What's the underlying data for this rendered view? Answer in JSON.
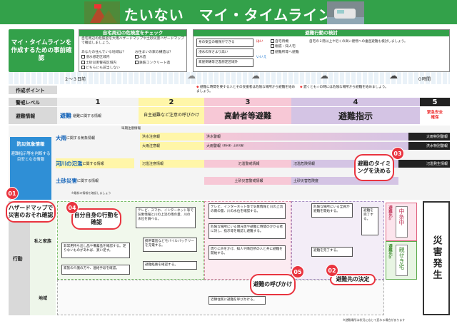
{
  "title": "たいない　マイ・タイムライン",
  "pre_check_label": "マイ・タイムラインを作成するための事前確認",
  "risk_box": {
    "header": "自宅周辺の危険度をチェック",
    "text": "自宅周辺の危険度を大雨ハザードマップや土砂災害ハザードマップで確認しましょう。",
    "q1": "あなたの住んでいる地域は？",
    "opts1": [
      "浸水想定区域内",
      "土砂災害警戒区域内",
      "どちらにも該当しない"
    ],
    "q2": "お住まいの家の構造は？",
    "opts2": [
      "木造",
      "鉄筋コンクリート造"
    ]
  },
  "evac_box": {
    "header": "避難行動の検討",
    "left": [
      "身の安全の確保ができる",
      "浸水の深さより高い",
      "家屋倒壊等氾濫想定区域外"
    ],
    "yes": "はい",
    "no": "いいえ",
    "right": [
      "自宅待機",
      "親戚・知人宅",
      "避難所等へ避難"
    ],
    "note": "自宅の２階以上や近くの高い建物への垂直避難も検討しましょう。"
  },
  "timeline": {
    "left": "２～３日前",
    "right": "０時間"
  },
  "rows": {
    "point": "作成ポイント",
    "alert": "警戒レベル",
    "info": "避難情報",
    "disaster": "防災気象情報",
    "action": "行動",
    "family": "私と家族",
    "community": "地域"
  },
  "points": {
    "p1": "避難に時間を要する人とその支援者は危険な場所から避難を始めましょう。",
    "p2": "遅くとも☆の時には危険な場所から避難を始めましょう。"
  },
  "levels": [
    "1",
    "2",
    "3",
    "4",
    "5"
  ],
  "info_cells": {
    "c1": "避難に関する情報",
    "c2": "自主避難など注意の呼びかけ",
    "c3": "高齢者等避難",
    "c4": "避難指示",
    "c5": "緊急安全確保"
  },
  "disaster_side": {
    "title": "防災気象情報",
    "sub": "避難指示等を判断する目安となる情報"
  },
  "bands": {
    "early": "早期注意情報",
    "rain_lbl": "大雨",
    "rain_sub": "に関する気象情報",
    "river_lbl": "河川の氾濫",
    "river_sub": "に関する情報",
    "sediment_lbl": "土砂災害",
    "sediment_sub": "に関する情報",
    "b1": "洪水注意報",
    "b2": "大雨注意報",
    "b3": "洪水警報",
    "b4": "大雨警報",
    "b4sub": "（浸水害・土砂災害）",
    "b5": "大雨特別警報",
    "b6": "洪水特別警報",
    "b7": "氾濫注意情報",
    "b8": "氾濫警戒情報",
    "b9": "氾濫危険情報",
    "b10": "氾濫発生情報",
    "b11": "土砂災害警戒情報",
    "b12": "土砂災害危険度",
    "note": "※最新の情報を確認しましょう"
  },
  "callouts": {
    "c01": "ハザードマップで災害のおそれ確認",
    "c02": "避難先の決定",
    "c03": "避難のタイミングを決める",
    "c04": "自分自身の行動を確認",
    "c05": "避難の呼びかけ"
  },
  "badges": [
    "01",
    "02",
    "03",
    "04",
    "05"
  ],
  "cards": {
    "k1": "非常用持ち出し品や備蓄品を確認する。足りないものがあれば、買い足す。",
    "k2": "家族の介護の方や、連絡手段を確認。",
    "k3": "テレビ、スマホ、インターネット等で気象情報と川の上流の雨の量、川の水位を調べる。",
    "k4": "携帯電話などモバイルバッテリーを充電する。",
    "k5": "避難経路を確認する。",
    "k6": "テレビ、インターネット等で気象情報と川の上流の雨の量、川の水位を確認する。",
    "k7": "危険な場所にいる親兄弟や避難に時間のかかる者に対し、指示等を確認し避難する。",
    "k8": "周りに声をかけ、知人や隣近所の人と共に避難を開始する。",
    "k9": "危険な場所にいる全員が避難を開始する。",
    "k10": "避難を完了する。",
    "k11": "避難を完了する。",
    "k12": "近隣住民に避難を呼びかける。"
  },
  "dest": {
    "d1": "避難先①",
    "d2": "避難先②",
    "v1": "中条中",
    "v2": "親せき宅"
  },
  "outbreak": "災害発生",
  "footnote": "※避難場所は状況に応じて変わる場合があります"
}
